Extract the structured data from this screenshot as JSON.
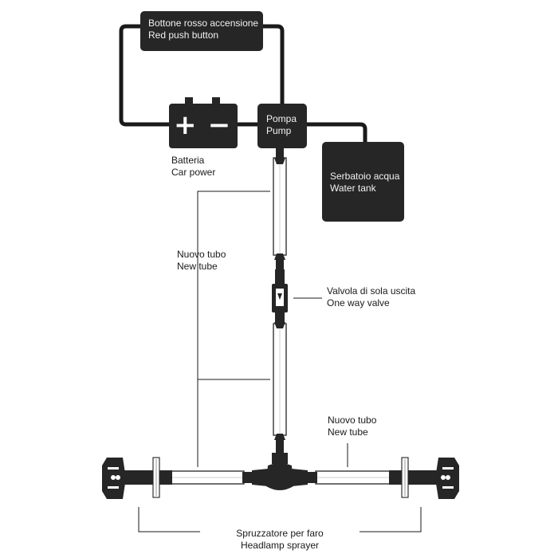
{
  "red_button": {
    "line_it": "Bottone rosso accensione",
    "line_en": "Red push button"
  },
  "pump": {
    "line_it": "Pompa",
    "line_en": "Pump"
  },
  "battery": {
    "symbol_plus": "+",
    "symbol_minus": "−",
    "line_it": "Batteria",
    "line_en": "Car power"
  },
  "water_tank": {
    "line_it": "Serbatoio acqua",
    "line_en": "Water tank"
  },
  "new_tube_left": {
    "line_it": "Nuovo tubo",
    "line_en": "New tube"
  },
  "new_tube_right": {
    "line_it": "Nuovo tubo",
    "line_en": "New tube"
  },
  "one_way_valve": {
    "line_it": "Valvola di sola uscita",
    "line_en": "One way valve"
  },
  "headlamp_sprayer": {
    "line_it": "Spruzzatore per faro",
    "line_en": "Headlamp sprayer"
  },
  "colors": {
    "component_fill": "#262626",
    "line": "#1a1a1a",
    "tube_outline": "#333333",
    "background": "#ffffff"
  }
}
